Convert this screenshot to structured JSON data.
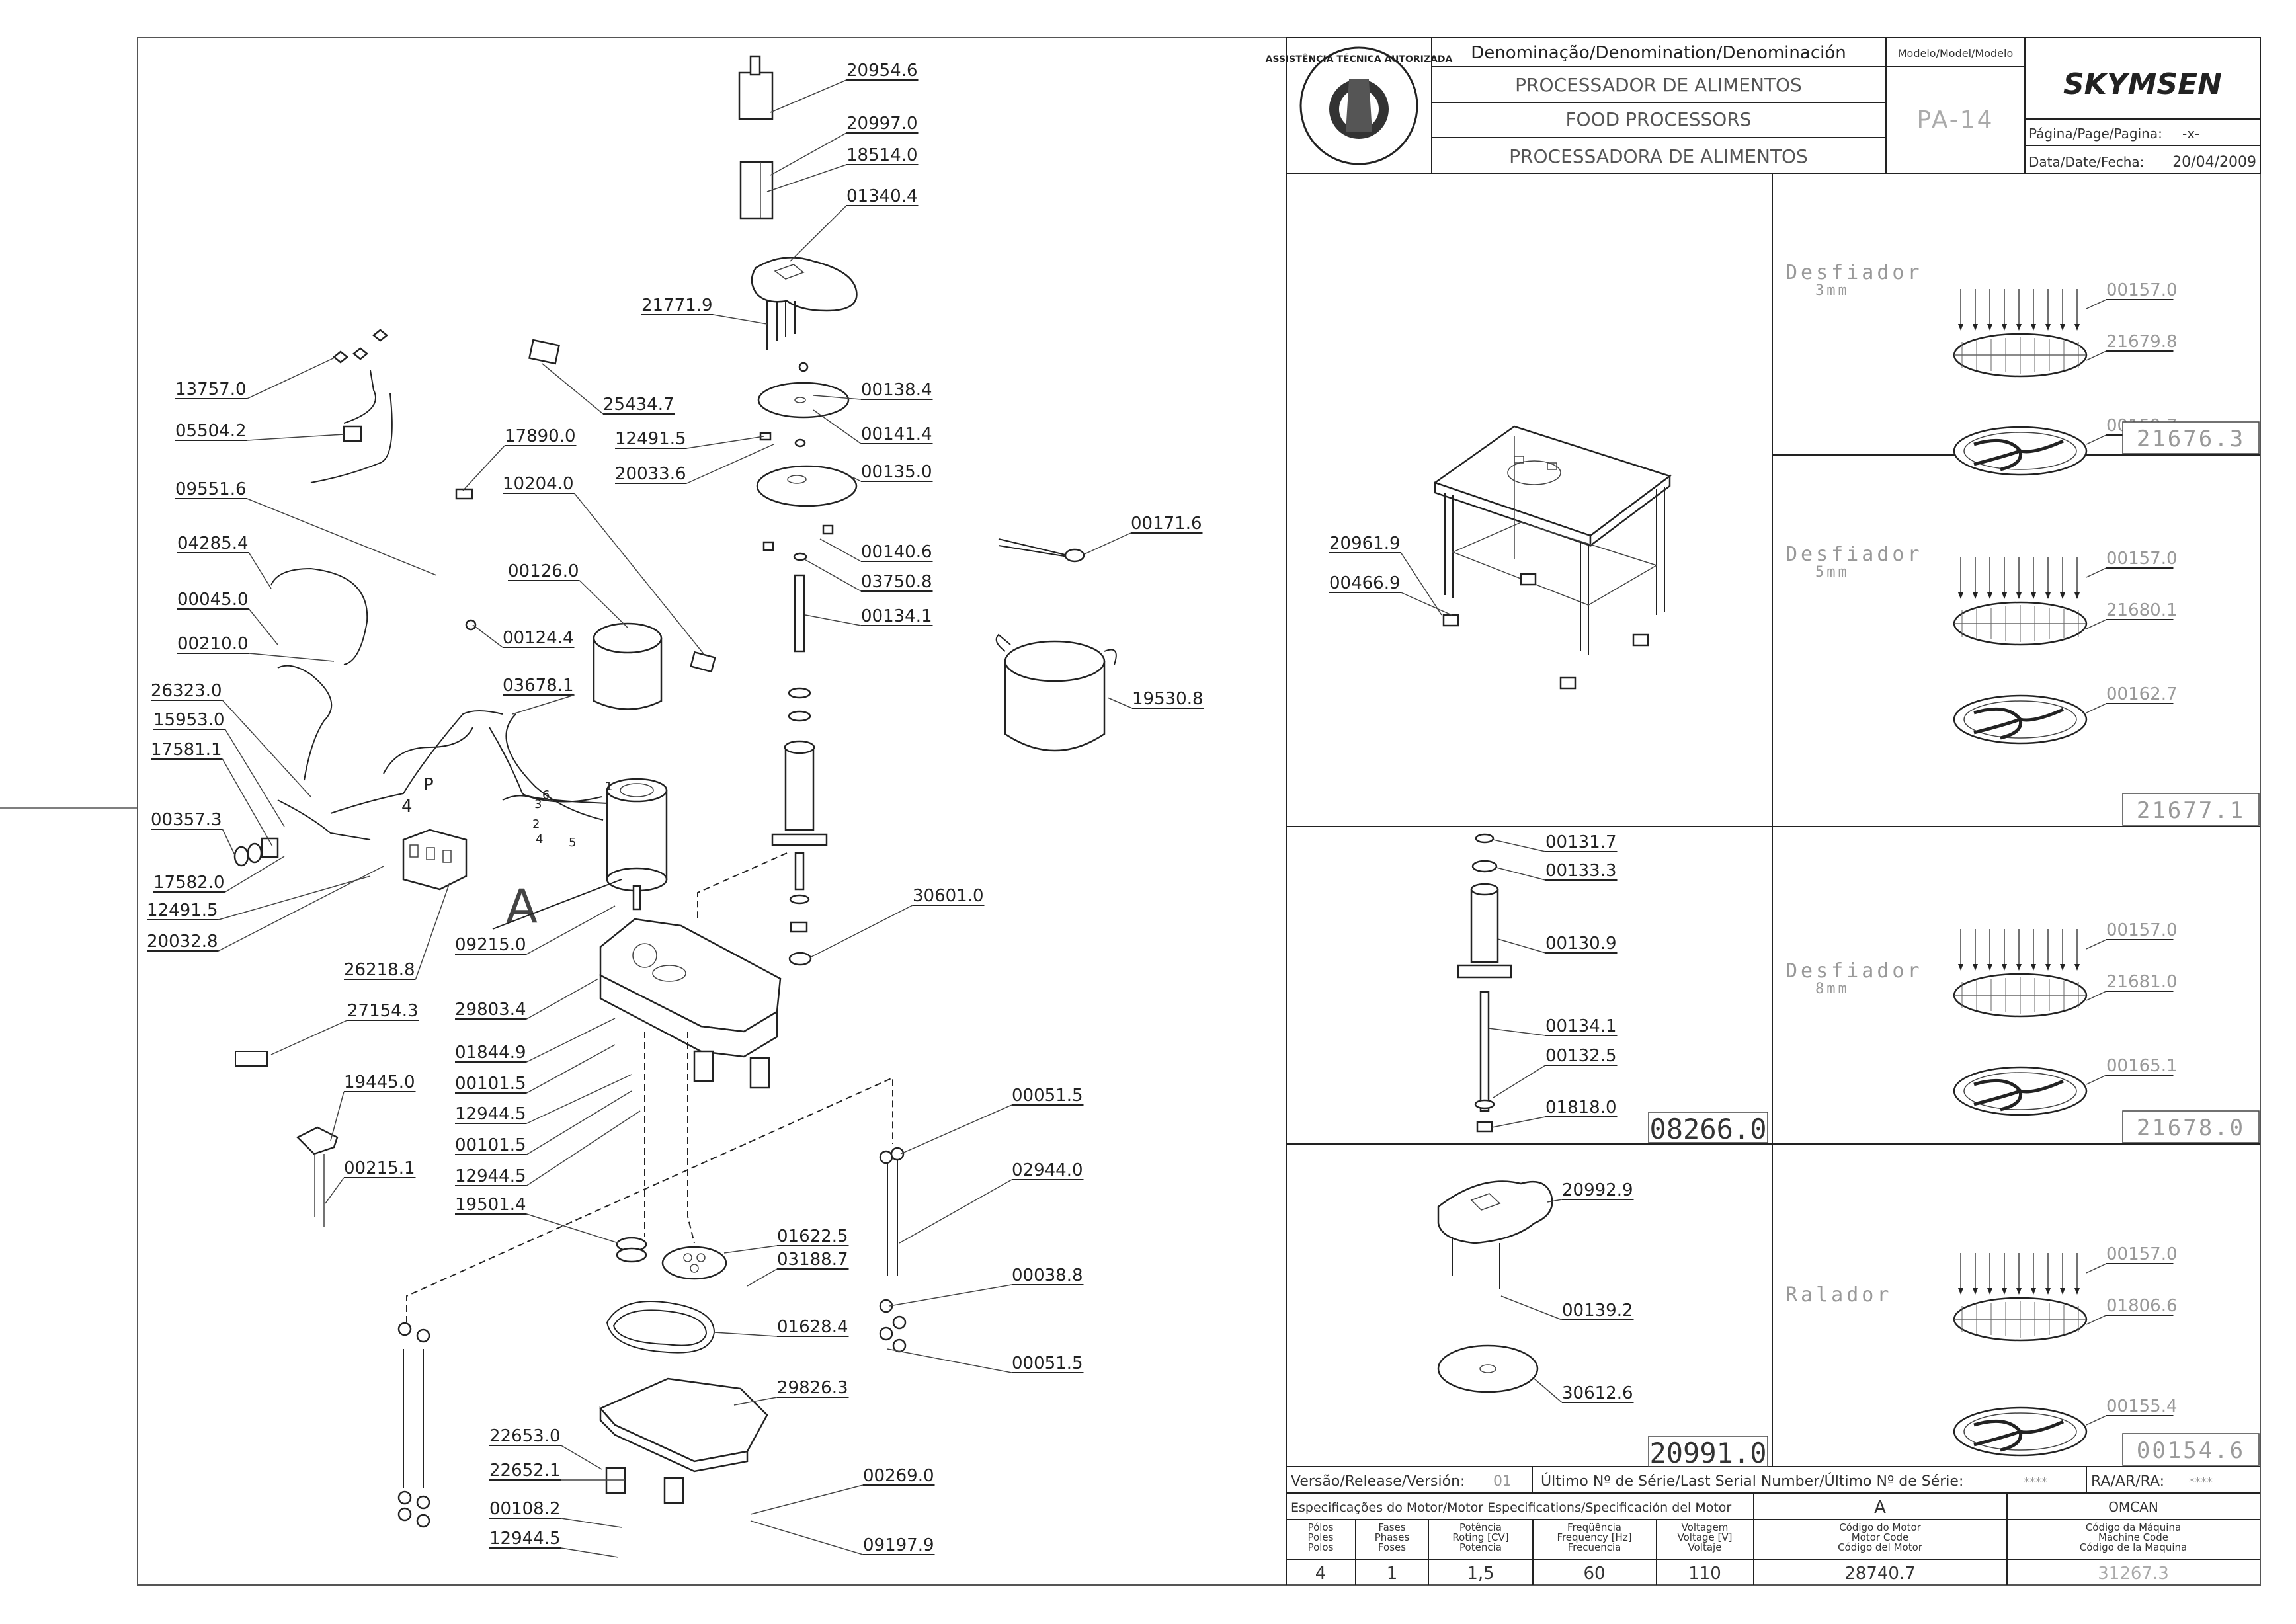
{
  "header": {
    "denomination_label": "Denominação/Denomination/Denominación",
    "model_label": "Modelo/Model/Modelo",
    "product_pt": "PROCESSADOR DE ALIMENTOS",
    "product_en": "FOOD PROCESSORS",
    "product_es": "PROCESSADORA DE ALIMENTOS",
    "model": "PA-14",
    "brand": "SKYMSEN",
    "page_label": "Página/Page/Pagina:",
    "page_value": "-x-",
    "date_label": "Data/Date/Fecha:",
    "date_value": "20/04/2009",
    "seal_text": "ASSISTÊNCIA TÉCNICA AUTORIZADA"
  },
  "main_labels": [
    "20954.6",
    "20997.0",
    "18514.0",
    "01340.4",
    "21771.9",
    "25434.7",
    "00138.4",
    "00141.4",
    "12491.5",
    "20033.6",
    "00135.0",
    "00140.6",
    "03750.8",
    "00134.1",
    "00171.6",
    "19530.8",
    "30601.0",
    "13757.0",
    "05504.2",
    "17890.0",
    "09551.6",
    "10204.0",
    "04285.4",
    "00126.0",
    "00045.0",
    "00124.4",
    "00210.0",
    "03678.1",
    "26323.0",
    "15953.0",
    "17581.1",
    "00357.3",
    "17582.0",
    "12491.5",
    "20032.8",
    "26218.8",
    "09215.0",
    "27154.3",
    "29803.4",
    "01844.9",
    "00101.5",
    "12944.5",
    "00101.5",
    "12944.5",
    "19445.0",
    "00215.1",
    "19501.4",
    "01622.5",
    "03188.7",
    "01628.4",
    "00051.5",
    "02944.0",
    "00038.8",
    "00051.5",
    "29826.3",
    "22653.0",
    "22652.1",
    "00108.2",
    "12944.5",
    "00269.0",
    "09197.9",
    "20961.9",
    "00466.9"
  ],
  "detail_letter": "A",
  "wire_numbers": [
    "1",
    "6",
    "3",
    "2",
    "4",
    "5",
    "4",
    "P"
  ],
  "assembly_08266": {
    "code": "08266.0",
    "labels": [
      "00131.7",
      "00133.3",
      "00130.9",
      "00134.1",
      "00132.5",
      "01818.0"
    ]
  },
  "assembly_20991": {
    "code": "20991.0",
    "labels": [
      "20992.9",
      "00139.2",
      "30612.6"
    ]
  },
  "discs": [
    {
      "name": "Desfiador",
      "size": "3mm",
      "labels": [
        "00157.0",
        "21679.8",
        "00159.7"
      ],
      "code": "21676.3"
    },
    {
      "name": "Desfiador",
      "size": "5mm",
      "labels": [
        "00157.0",
        "21680.1",
        "00162.7"
      ],
      "code": "21677.1"
    },
    {
      "name": "Desfiador",
      "size": "8mm",
      "labels": [
        "00157.0",
        "21681.0",
        "00165.1"
      ],
      "code": "21678.0"
    },
    {
      "name": "Ralador",
      "size": "",
      "labels": [
        "00157.0",
        "01806.6",
        "00155.4"
      ],
      "code": "00154.6"
    }
  ],
  "footer": {
    "version_label": "Versão/Release/Versión:",
    "version_value": "01",
    "serial_label": "Último Nº de Série/Last Serial Number/Último Nº de Série:",
    "serial_value": "****",
    "ra_label": "RA/AR/RA:",
    "ra_value": "****",
    "motor_spec_label": "Especificações do Motor/Motor Especifications/Specificación del Motor",
    "motor_letter": "A",
    "manufacturer": "OMCAN",
    "col_headers": [
      [
        "Pólos",
        "Poles",
        "Polos"
      ],
      [
        "Fases",
        "Phases",
        "Foses"
      ],
      [
        "Potência",
        "Roting [CV]",
        "Potencia"
      ],
      [
        "Freqüência",
        "Frequency [Hz]",
        "Frecuencia"
      ],
      [
        "Voltagem",
        "Voltage [V]",
        "Voltaje"
      ],
      [
        "Código do Motor",
        "Motor Code",
        "Código del Motor"
      ],
      [
        "Código da Máquina",
        "Machine Code",
        "Código de la Maquina"
      ]
    ],
    "values": [
      "4",
      "1",
      "1,5",
      "60",
      "110",
      "28740.7",
      "31267.3"
    ]
  }
}
